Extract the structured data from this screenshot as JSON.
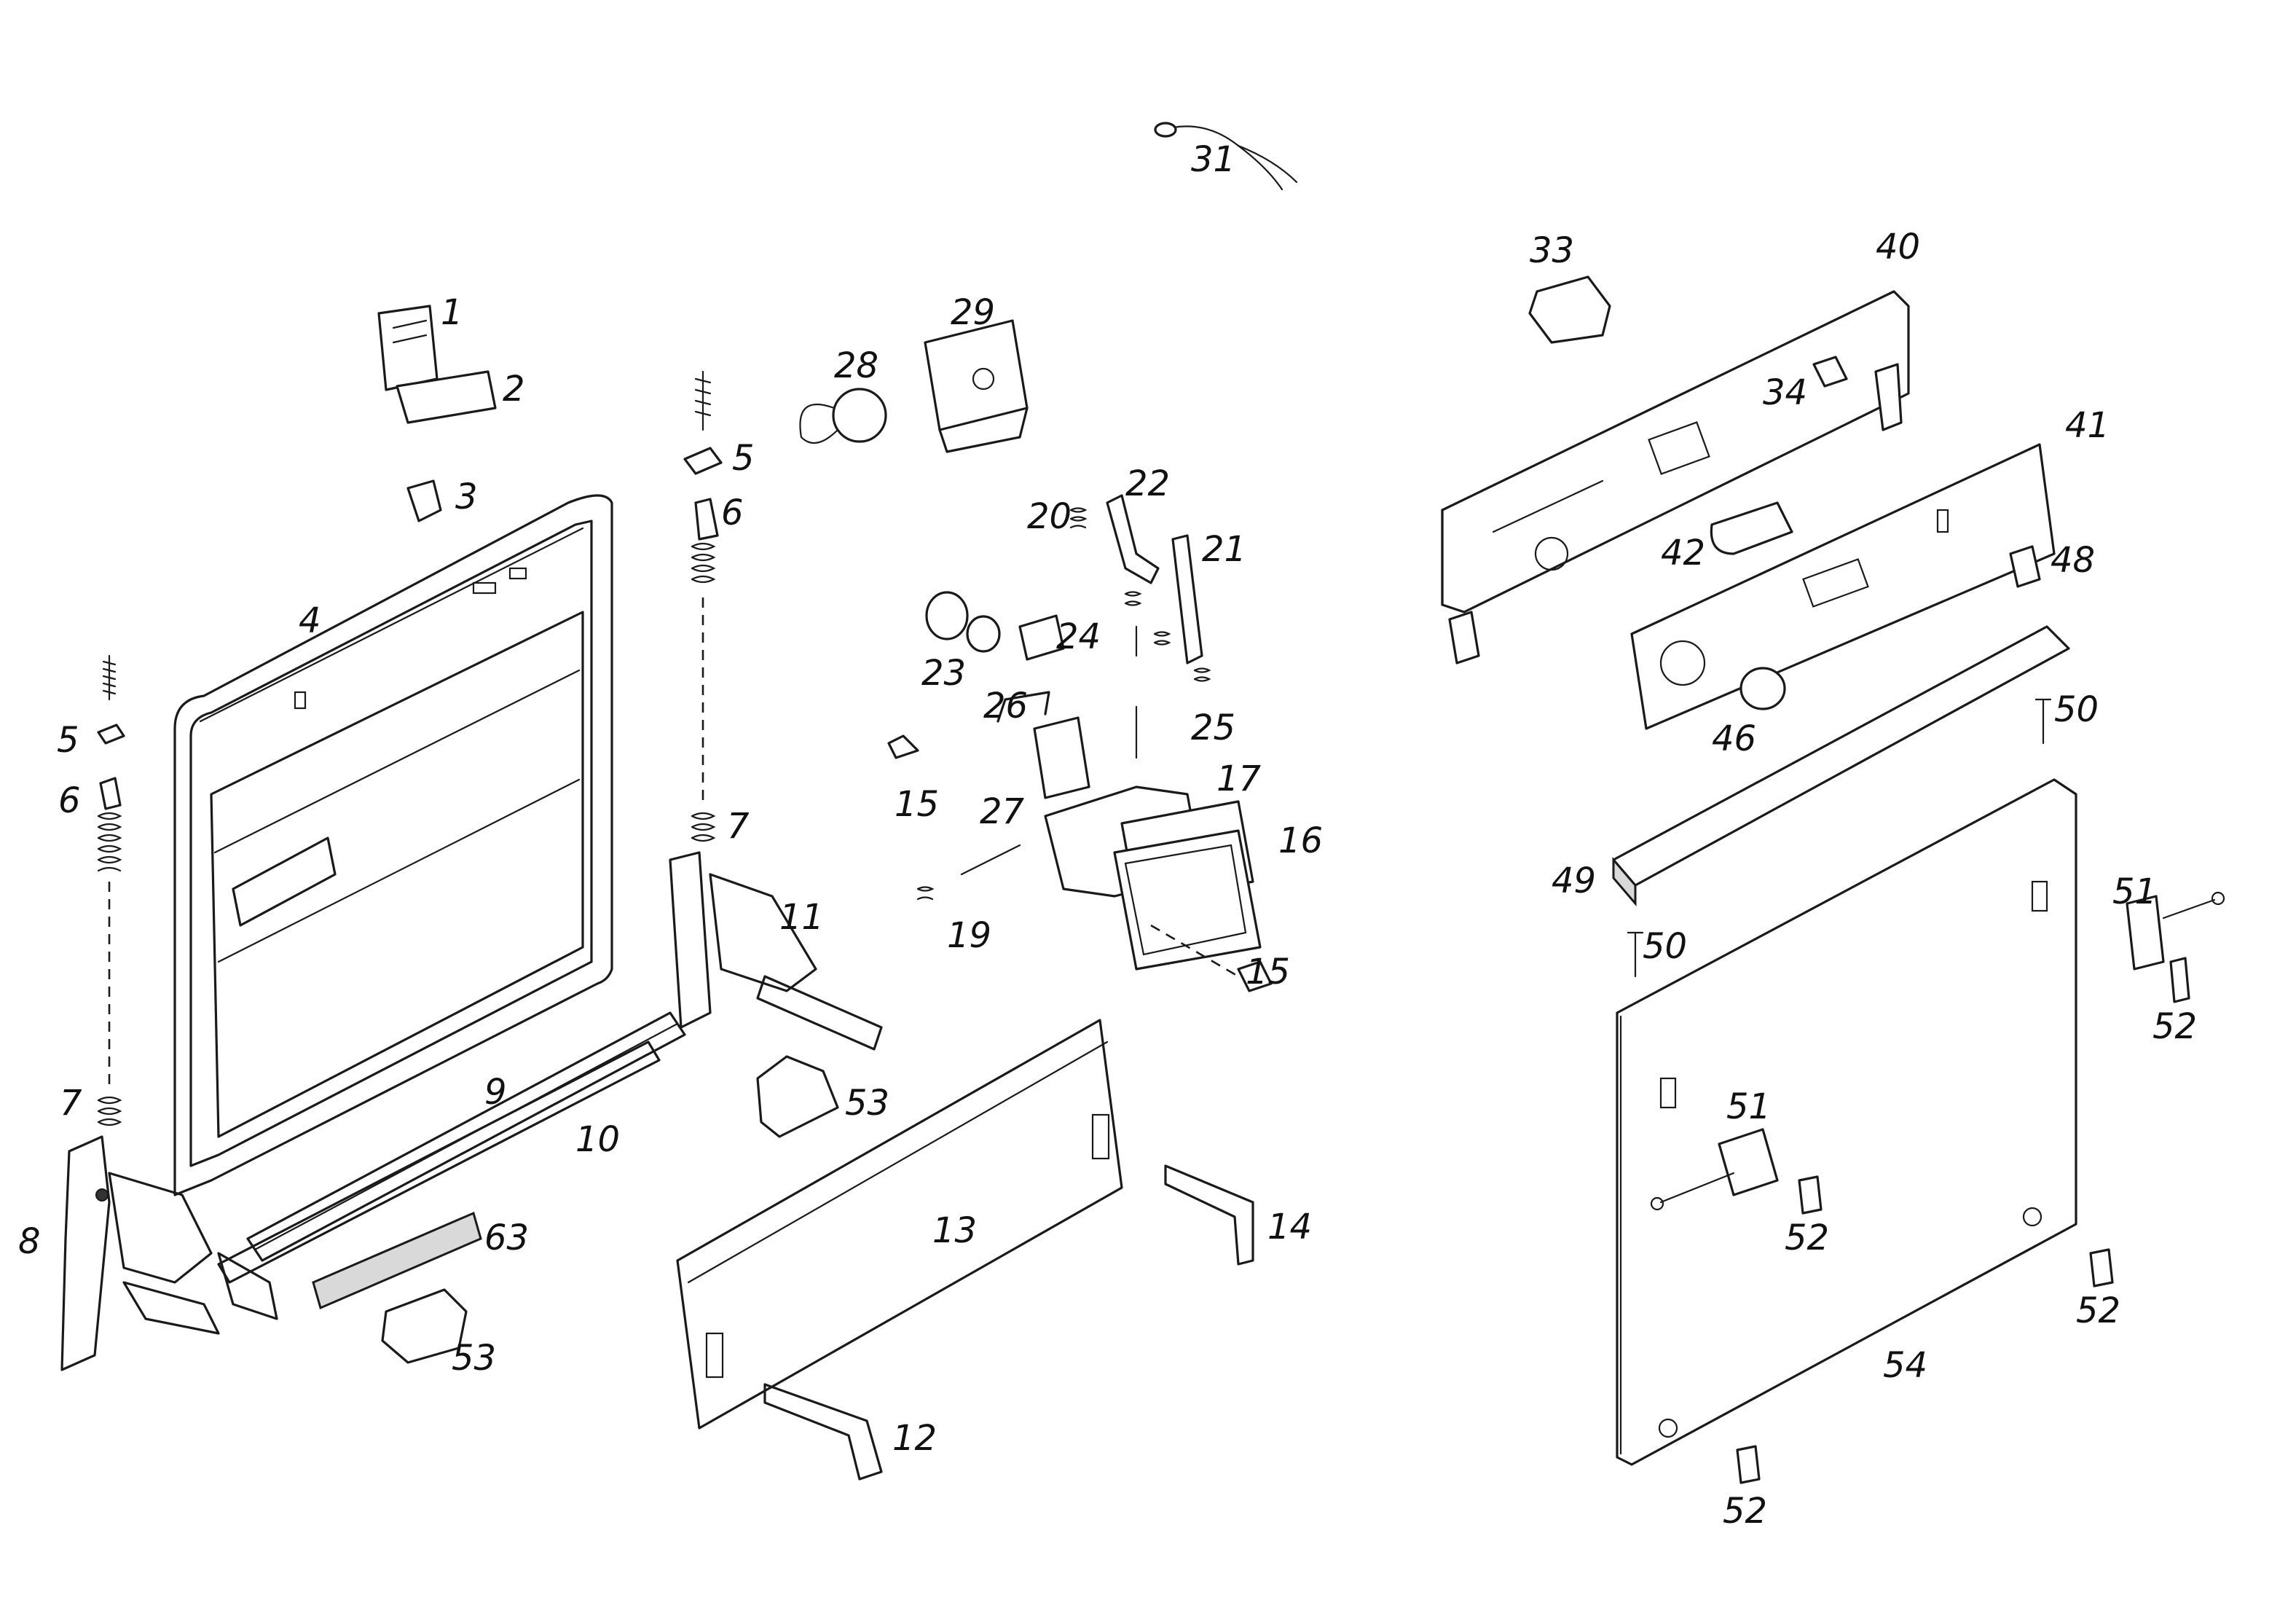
{
  "labels": [
    "1",
    "2",
    "3",
    "4",
    "5",
    "6",
    "5",
    "6",
    "7",
    "7",
    "8",
    "9",
    "10",
    "11",
    "12",
    "13",
    "14",
    "15",
    "15",
    "16",
    "17",
    "19",
    "20",
    "21",
    "22",
    "23",
    "24",
    "25",
    "26",
    "27",
    "28",
    "29",
    "31",
    "33",
    "34",
    "40",
    "41",
    "42",
    "46",
    "48",
    "49",
    "50",
    "50",
    "51",
    "51",
    "52",
    "52",
    "52",
    "52",
    "53",
    "53",
    "54",
    "63"
  ]
}
